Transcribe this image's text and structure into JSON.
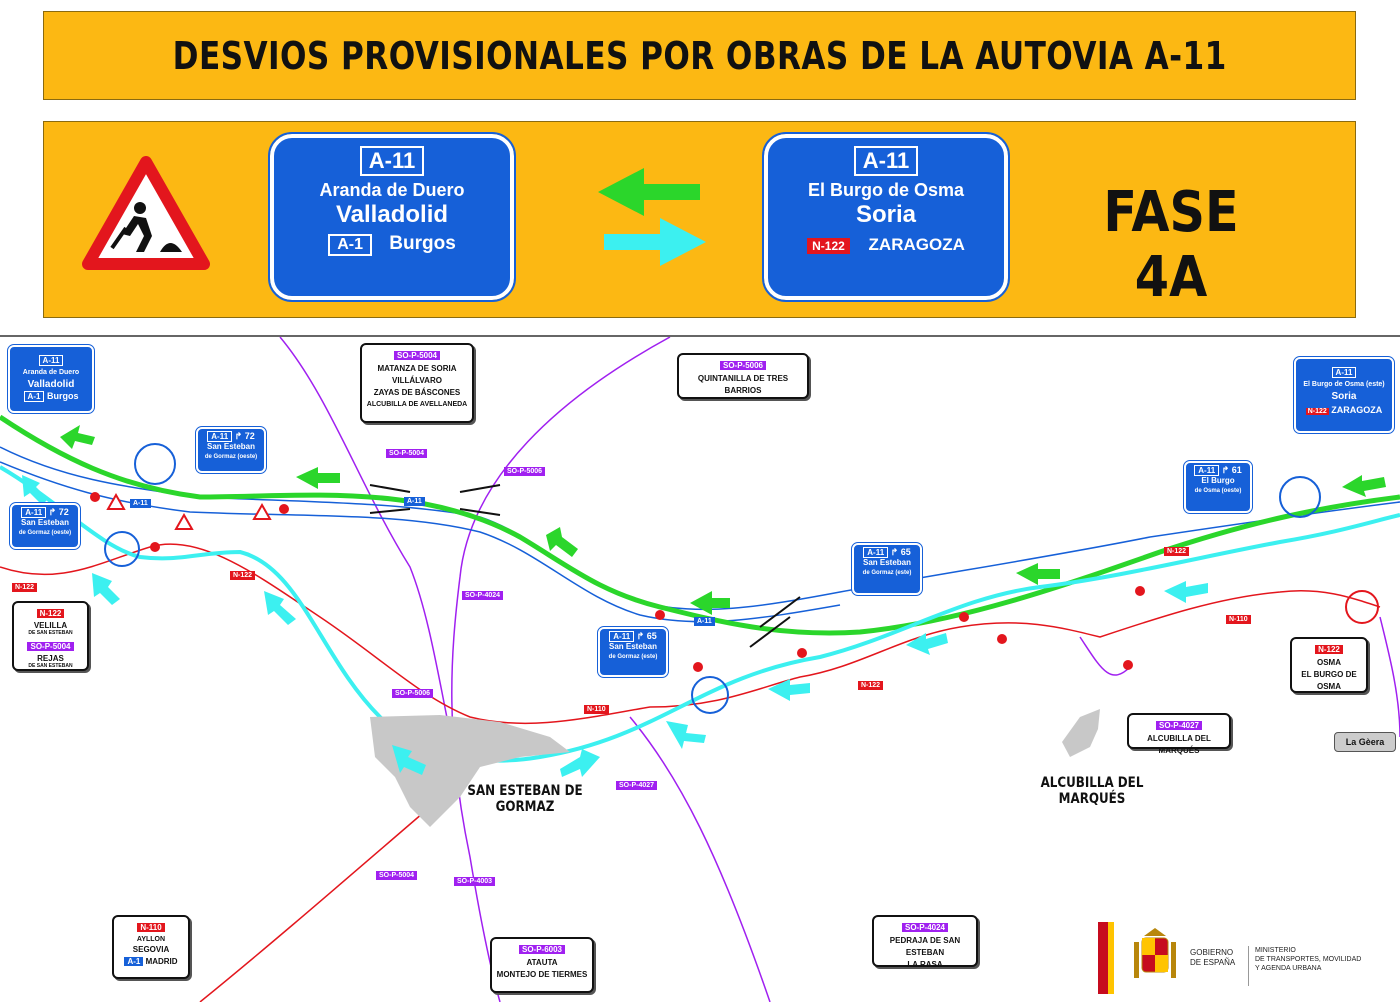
{
  "title": "DESVIOS PROVISIONALES POR OBRAS DE LA AUTOVIA A-11",
  "phase": "FASE 4A",
  "signs": {
    "west": {
      "road": "A-11",
      "line1": "Aranda de Duero",
      "line2": "Valladolid",
      "road2": "A-1",
      "line3": "Burgos"
    },
    "east": {
      "road": "A-11",
      "line1": "El Burgo de Osma",
      "line2": "Soria",
      "road2": "N-122",
      "line3": "ZARAGOZA"
    }
  },
  "map_signs": {
    "west": {
      "road": "A-11",
      "line1": "Aranda de Duero",
      "line2": "Valladolid",
      "road2": "A-1",
      "line3": "Burgos"
    },
    "east": {
      "road": "A-11",
      "line1": "El Burgo de Osma (este)",
      "line2": "Soria",
      "road2": "N-122",
      "line3": "ZARAGOZA"
    },
    "exit72_top": {
      "road": "A-11",
      "exit": "72",
      "line1": "San Esteban",
      "line2": "de Gormaz (oeste)"
    },
    "exit72_left": {
      "road": "A-11",
      "exit": "72",
      "line1": "San Esteban",
      "line2": "de Gormaz (oeste)"
    },
    "exit65_top": {
      "road": "A-11",
      "exit": "65",
      "line1": "San Esteban",
      "line2": "de Gormaz (este)"
    },
    "exit65_low": {
      "road": "A-11",
      "exit": "65",
      "line1": "San Esteban",
      "line2": "de Gormaz (este)"
    },
    "exit61": {
      "road": "A-11",
      "exit": "61",
      "line1": "El Burgo",
      "line2": "de Osma (oeste)"
    }
  },
  "info_boxes": {
    "so5004": {
      "tag": "SO-P-5004",
      "lines": [
        "MATANZA DE SORIA",
        "VILLÁLVARO",
        "ZAYAS DE BÁSCONES",
        "ALCUBILLA DE AVELLANEDA"
      ]
    },
    "so5006": {
      "tag": "SO-P-5006",
      "lines": [
        "QUINTANILLA DE TRES BARRIOS"
      ]
    },
    "velilla": {
      "tag": "N-122",
      "line1": "VELILLA",
      "line1b": "DE SAN ESTEBAN",
      "tag2": "SO-P-5004",
      "line2": "REJAS",
      "line2b": "DE SAN ESTEBAN"
    },
    "osma": {
      "tag": "N-122",
      "lines": [
        "OSMA",
        "EL BURGO DE OSMA"
      ]
    },
    "alcubilla": {
      "tag": "SO-P-4027",
      "lines": [
        "ALCUBILLA DEL MARQUÉS"
      ]
    },
    "ayllon": {
      "tag": "N-110",
      "line1": "AYLLON",
      "line2": "SEGOVIA",
      "road": "A-1",
      "line3": "MADRID"
    },
    "atauta": {
      "tag": "SO-P-6003",
      "lines": [
        "ATAUTA",
        "MONTEJO DE TIERMES"
      ]
    },
    "pedraja": {
      "tag": "SO-P-4024",
      "lines": [
        "PEDRAJA DE SAN ESTEBAN",
        "LA RASA"
      ]
    },
    "lageera": "La Gèera"
  },
  "road_labels": [
    "A-11",
    "A-11",
    "A-11",
    "N-122",
    "N-122",
    "N-122",
    "N-122",
    "N-110",
    "N-110",
    "SO-P-5004",
    "SO-P-5004",
    "SO-P-5006",
    "SO-P-5006",
    "SO-P-4024",
    "SO-P-4027",
    "SO-P-4003"
  ],
  "towns": {
    "san_esteban": "SAN ESTEBAN DE",
    "san_esteban2": "GORMAZ",
    "alcubilla": "ALCUBILLA DEL MARQUÉS"
  },
  "logo": {
    "left1": "GOBIERNO",
    "left2": "DE ESPAÑA",
    "right1": "MINISTERIO",
    "right2": "DE TRANSPORTES, MOVILIDAD",
    "right3": "Y AGENDA URBANA"
  },
  "colors": {
    "panel": "#FCB813",
    "sign_blue": "#1660D8",
    "detour_green": "#2BD62B",
    "detour_cyan": "#3CF0F0",
    "national_road": "#E3161D",
    "provincial_road": "#A020F0"
  }
}
